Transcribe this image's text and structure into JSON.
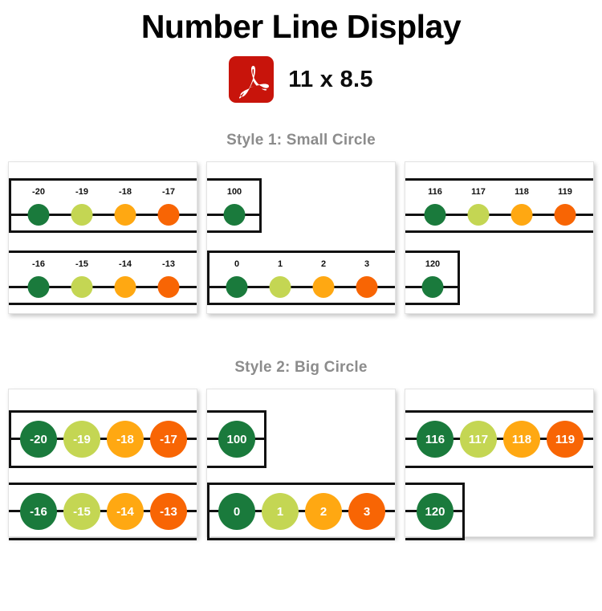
{
  "header": {
    "title": "Number Line Display",
    "icon": "pdf-icon",
    "dimensions": "11 x 8.5"
  },
  "palette": {
    "dark_green": "#1a7a3c",
    "yellow_green": "#c4d653",
    "amber": "#ffa812",
    "orange": "#f86504",
    "line": "#111111",
    "section_title": "#8c8c8c",
    "pdf_red": "#c8140b"
  },
  "sections": [
    {
      "title": "Style 1: Small Circle",
      "style": "small",
      "panels": [
        {
          "name": "panel-1",
          "rows": [
            {
              "cap_left": true,
              "cap_right": false,
              "points": [
                {
                  "label": "-20",
                  "color": "#1a7a3c"
                },
                {
                  "label": "-19",
                  "color": "#c4d653"
                },
                {
                  "label": "-18",
                  "color": "#ffa812"
                },
                {
                  "label": "-17",
                  "color": "#f86504"
                }
              ]
            },
            {
              "cap_left": false,
              "cap_right": false,
              "points": [
                {
                  "label": "-16",
                  "color": "#1a7a3c"
                },
                {
                  "label": "-15",
                  "color": "#c4d653"
                },
                {
                  "label": "-14",
                  "color": "#ffa812"
                },
                {
                  "label": "-13",
                  "color": "#f86504"
                }
              ]
            }
          ]
        },
        {
          "name": "panel-2",
          "rows": [
            {
              "cap_left": false,
              "cap_right": true,
              "short": true,
              "points": [
                {
                  "label": "100",
                  "color": "#1a7a3c"
                }
              ]
            },
            {
              "cap_left": true,
              "cap_right": false,
              "points": [
                {
                  "label": "0",
                  "color": "#1a7a3c"
                },
                {
                  "label": "1",
                  "color": "#c4d653"
                },
                {
                  "label": "2",
                  "color": "#ffa812"
                },
                {
                  "label": "3",
                  "color": "#f86504"
                }
              ]
            }
          ]
        },
        {
          "name": "panel-3",
          "rows": [
            {
              "cap_left": false,
              "cap_right": false,
              "points": [
                {
                  "label": "116",
                  "color": "#1a7a3c"
                },
                {
                  "label": "117",
                  "color": "#c4d653"
                },
                {
                  "label": "118",
                  "color": "#ffa812"
                },
                {
                  "label": "119",
                  "color": "#f86504"
                }
              ]
            },
            {
              "cap_left": false,
              "cap_right": true,
              "short": true,
              "points": [
                {
                  "label": "120",
                  "color": "#1a7a3c"
                }
              ]
            }
          ]
        }
      ]
    },
    {
      "title": "Style 2: Big Circle",
      "style": "big",
      "panels": [
        {
          "name": "panel-1",
          "rows": [
            {
              "cap_left": true,
              "cap_right": false,
              "points": [
                {
                  "label": "-20",
                  "color": "#1a7a3c"
                },
                {
                  "label": "-19",
                  "color": "#c4d653"
                },
                {
                  "label": "-18",
                  "color": "#ffa812"
                },
                {
                  "label": "-17",
                  "color": "#f86504"
                }
              ]
            },
            {
              "cap_left": false,
              "cap_right": false,
              "points": [
                {
                  "label": "-16",
                  "color": "#1a7a3c"
                },
                {
                  "label": "-15",
                  "color": "#c4d653"
                },
                {
                  "label": "-14",
                  "color": "#ffa812"
                },
                {
                  "label": "-13",
                  "color": "#f86504"
                }
              ]
            }
          ]
        },
        {
          "name": "panel-2",
          "rows": [
            {
              "cap_left": false,
              "cap_right": true,
              "short": true,
              "points": [
                {
                  "label": "100",
                  "color": "#1a7a3c"
                }
              ]
            },
            {
              "cap_left": true,
              "cap_right": false,
              "points": [
                {
                  "label": "0",
                  "color": "#1a7a3c"
                },
                {
                  "label": "1",
                  "color": "#c4d653"
                },
                {
                  "label": "2",
                  "color": "#ffa812"
                },
                {
                  "label": "3",
                  "color": "#f86504"
                }
              ]
            }
          ]
        },
        {
          "name": "panel-3",
          "rows": [
            {
              "cap_left": false,
              "cap_right": false,
              "points": [
                {
                  "label": "116",
                  "color": "#1a7a3c"
                },
                {
                  "label": "117",
                  "color": "#c4d653"
                },
                {
                  "label": "118",
                  "color": "#ffa812"
                },
                {
                  "label": "119",
                  "color": "#f86504"
                }
              ]
            },
            {
              "cap_left": false,
              "cap_right": true,
              "short": true,
              "points": [
                {
                  "label": "120",
                  "color": "#1a7a3c"
                }
              ]
            }
          ]
        }
      ]
    }
  ]
}
